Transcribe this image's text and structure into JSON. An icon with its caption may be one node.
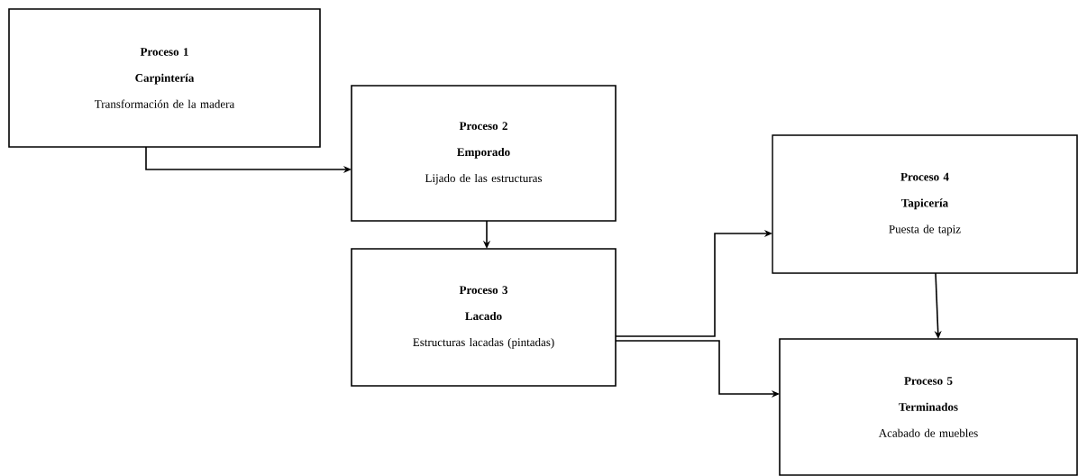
{
  "diagram": {
    "nodes": [
      {
        "text": [
          "Proceso 1",
          "Carpintería",
          "Transformación de la madera"
        ]
      },
      {
        "text": [
          "Proceso 2",
          "Emporado",
          "Lijado de las estructuras"
        ]
      },
      {
        "text": [
          "Proceso 3",
          "Lacado",
          "Estructuras lacadas (pintadas)"
        ]
      },
      {
        "text": [
          "Proceso 4",
          "Tapicería",
          "Puesta de tapiz"
        ]
      },
      {
        "text": [
          "Proceso 5",
          "Terminados",
          "Acabado de muebles"
        ]
      }
    ],
    "edges": [
      {
        "from": 0,
        "to": 1,
        "arrow": "to"
      },
      {
        "from": 1,
        "to": 2,
        "arrow": "to"
      },
      {
        "from": 2,
        "to": 3,
        "arrow": "to"
      },
      {
        "from": 2,
        "to": 4,
        "arrow": "to"
      },
      {
        "from": 3,
        "to": 4,
        "arrow": "to"
      }
    ]
  }
}
